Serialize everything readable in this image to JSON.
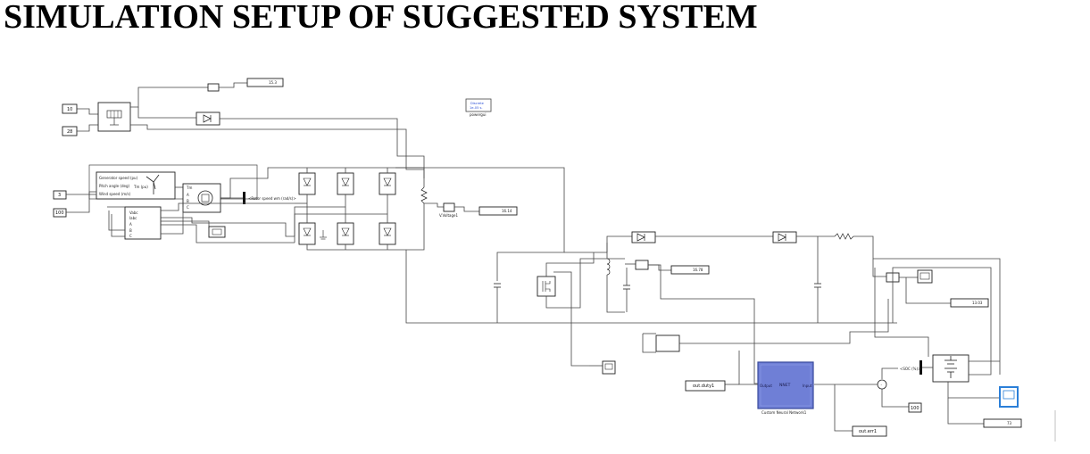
{
  "title": "SIMULATION SETUP OF SUGGESTED SYSTEM",
  "constants": {
    "irradiance": "10",
    "temperature": "28",
    "pitch": "3",
    "wind_speed": "100",
    "ref": "100"
  },
  "displays": {
    "pv_power": "15.3",
    "rect_voltage": "16.14",
    "conv_mid": "16.78",
    "conv_right": "13.03",
    "bottom_right": "73"
  },
  "powergui": {
    "mode": "Discrete",
    "ts": "1e-05 s.",
    "name": "powergui"
  },
  "labels": {
    "gen_speed": "Generator speed (pu)",
    "pitch_angle": "Pitch angle (deg)",
    "wind_speed": "Wind speed (m/s)",
    "tm_pu": "Tm (pu)",
    "rotor_speed": "<Rotor speed wm (rad/s)>",
    "voltage_meas": "V.Voltage1",
    "soc": "<SOC (%)>"
  },
  "nn": {
    "label": "NNET",
    "input": "Input",
    "output": "Output",
    "name": "Custom Neural Network1"
  },
  "outports": {
    "duty": "out.duty1",
    "error": "out.err1"
  },
  "colors": {
    "nn_fill": "#6f7fd6",
    "nn_border": "#3a4a9c",
    "selected": "#2b7fd8"
  }
}
